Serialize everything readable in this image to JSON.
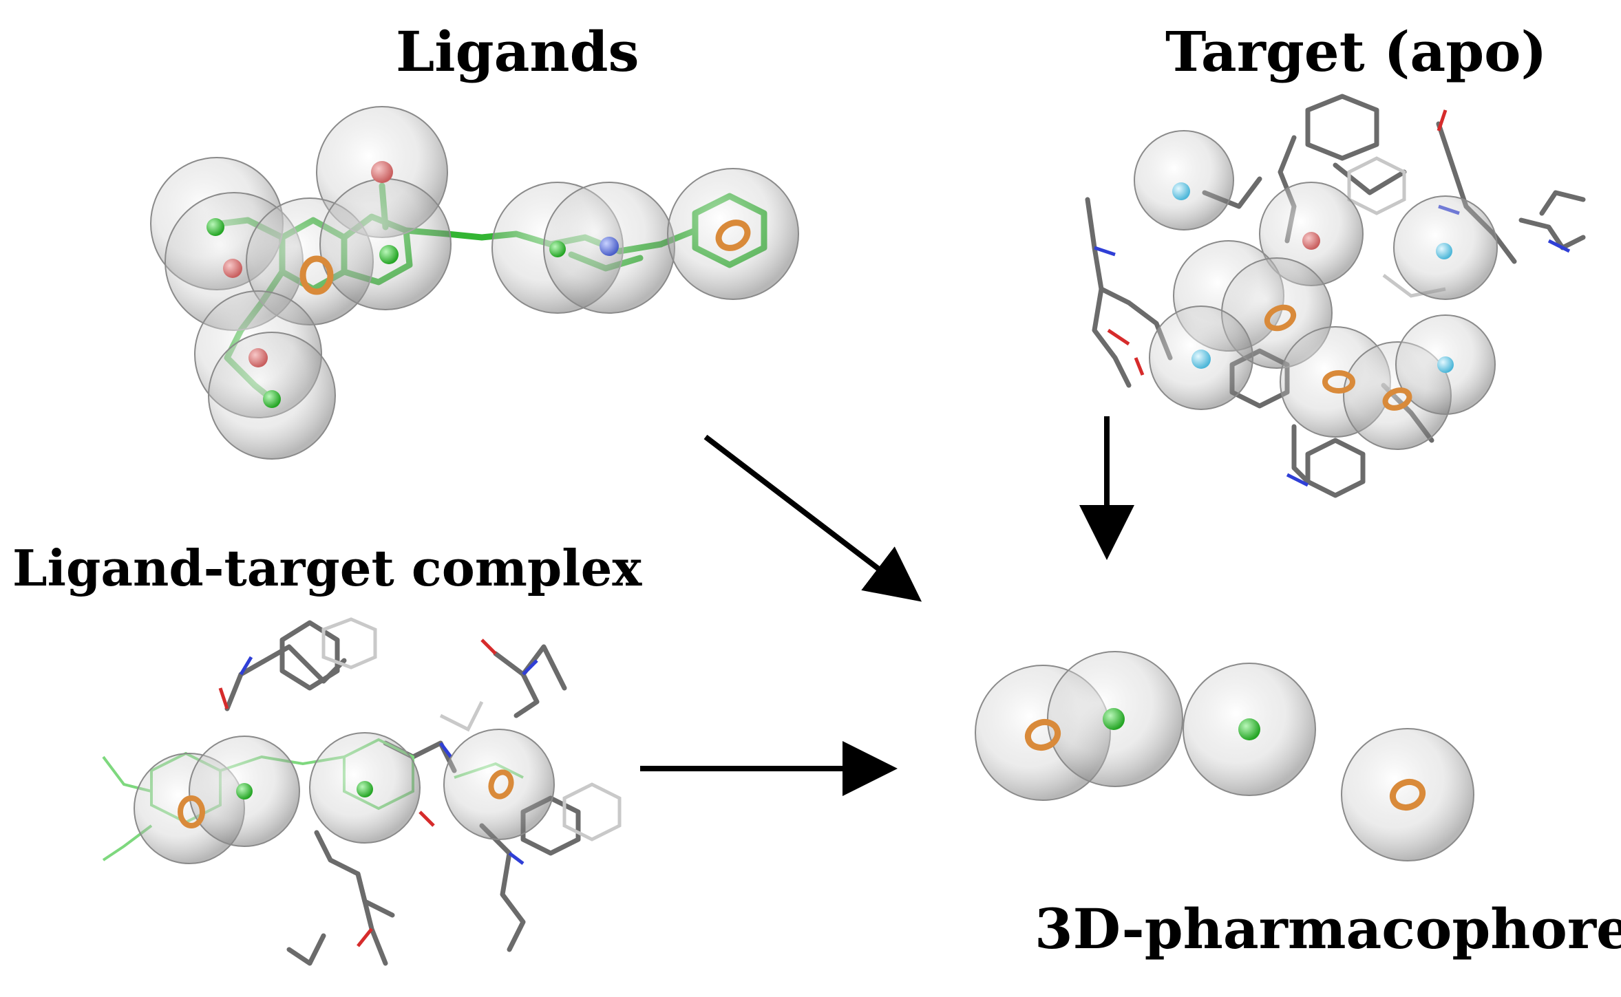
{
  "labels": {
    "ligands": "Ligands",
    "target_apo": "Target (apo)",
    "complex": "Ligand-target complex",
    "pharmacophore": "3D-pharmacophore"
  },
  "colors": {
    "sphere": "#9e9e9e",
    "ring": "#d98a3a",
    "hydrophobe": "#3cc43c",
    "acceptor": "#d97b7b",
    "donor": "#7fd2ea",
    "ligand_bond": "#33b533",
    "residue_bond": "#6b6b6b",
    "arrow": "#000000"
  }
}
